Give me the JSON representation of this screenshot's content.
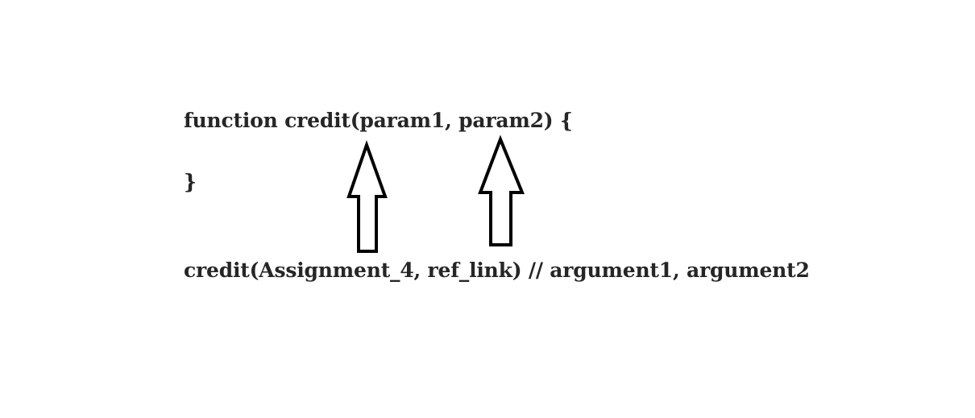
{
  "code": {
    "declaration": "function credit(param1, param2) {",
    "closing_brace": "}",
    "call": "credit(Assignment_4, ref_link) // argument1, argument2"
  },
  "colors": {
    "text": "#262626",
    "arrow_stroke": "#000000",
    "background": "#ffffff"
  },
  "arrows": [
    {
      "name": "param1-arrow",
      "direction": "up",
      "points_to": "param1"
    },
    {
      "name": "param2-arrow",
      "direction": "up",
      "points_to": "param2"
    }
  ]
}
